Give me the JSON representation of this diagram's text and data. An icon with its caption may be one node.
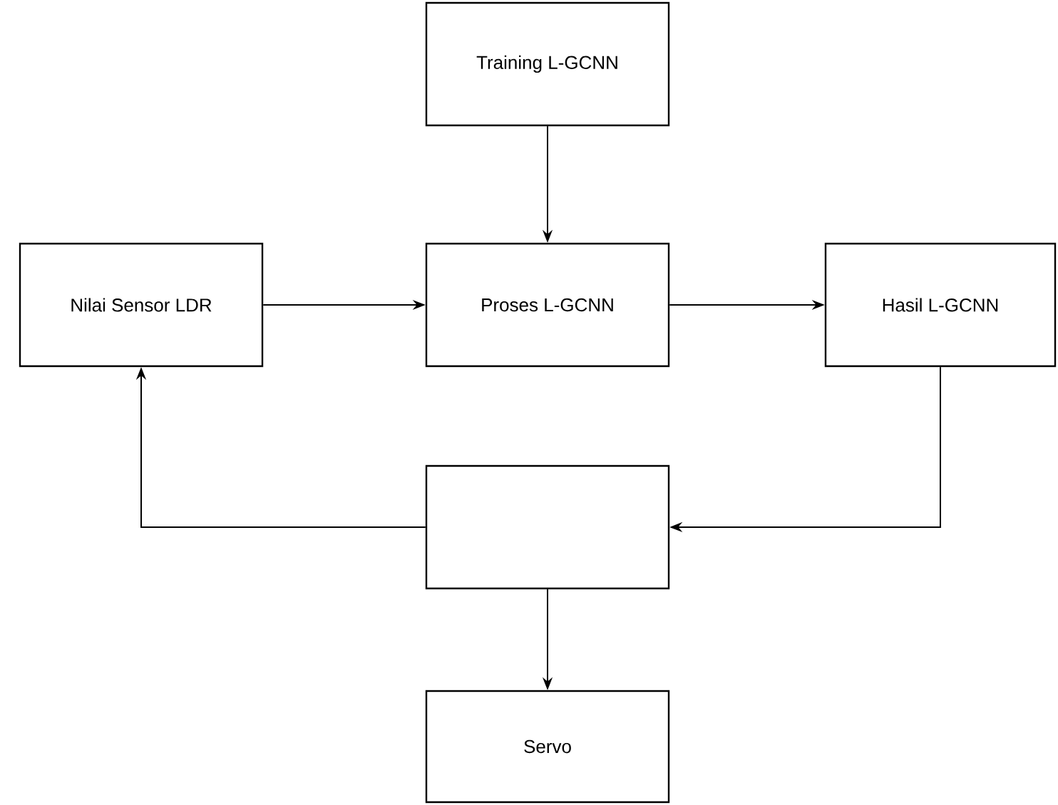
{
  "diagram": {
    "nodes": [
      {
        "text": [
          "Training L-GCNN"
        ]
      },
      {
        "text": [
          "Nilai Sensor LDR"
        ]
      },
      {
        "text": [
          "Proses L-GCNN"
        ]
      },
      {
        "text": [
          "Hasil L-GCNN"
        ]
      },
      {
        "text": [],
        "shape": "box"
      },
      {
        "text": [
          "Servo"
        ]
      }
    ],
    "edges": [
      {
        "from": 0,
        "to": 2,
        "arrow": "to"
      },
      {
        "from": 1,
        "to": 2,
        "arrow": "to"
      },
      {
        "from": 2,
        "to": 3,
        "arrow": "to"
      },
      {
        "from": 3,
        "to": 4,
        "arrow": "to"
      },
      {
        "from": 4,
        "to": 1,
        "arrow": "to"
      },
      {
        "from": 4,
        "to": 5,
        "arrow": "to"
      }
    ]
  }
}
